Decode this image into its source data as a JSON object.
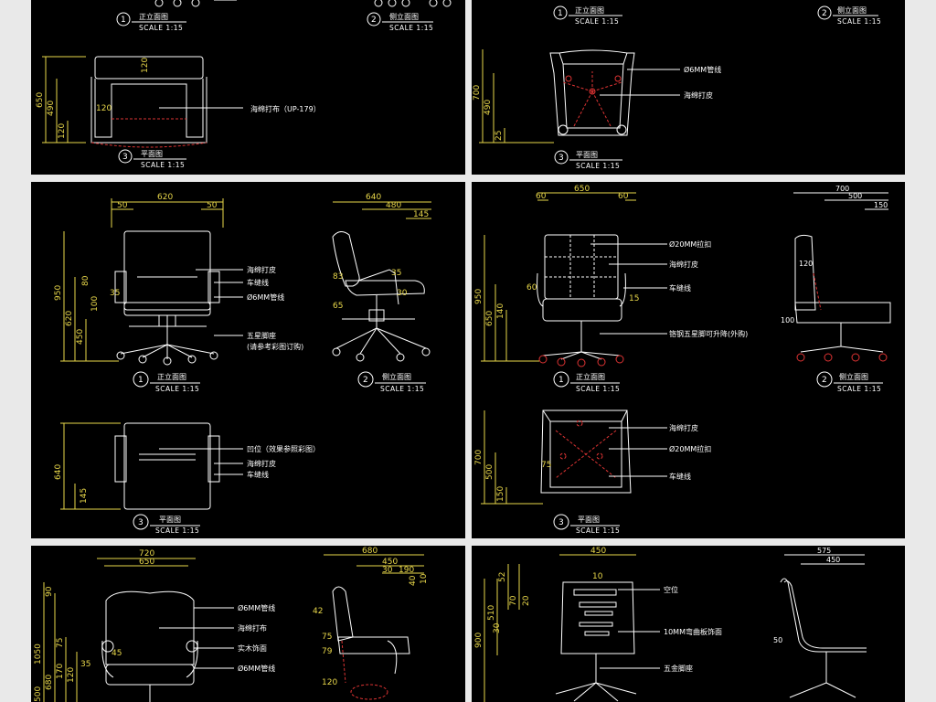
{
  "panels": {
    "p1": {
      "views": [
        {
          "number": "1",
          "title": "正立面图",
          "scale": "SCALE 1:15"
        },
        {
          "number": "2",
          "title": "侧立面图",
          "scale": "SCALE 1:15"
        },
        {
          "number": "3",
          "title": "平面图",
          "scale": "SCALE 1:15"
        }
      ],
      "dims": [
        "650",
        "490",
        "120",
        "120",
        "120"
      ],
      "callouts": [
        "海绵打布（UP-179）"
      ]
    },
    "p2": {
      "views": [
        {
          "number": "1",
          "title": "正立面图",
          "scale": "SCALE 1:15"
        },
        {
          "number": "2",
          "title": "侧立面图",
          "scale": "SCALE 1:15"
        },
        {
          "number": "3",
          "title": "平面图",
          "scale": "SCALE 1:15"
        }
      ],
      "dims": [
        "700",
        "490",
        "25"
      ],
      "callouts": [
        "Ø6MM管线",
        "海绵打皮"
      ]
    },
    "p3": {
      "views": [
        {
          "number": "1",
          "title": "正立面图",
          "scale": "SCALE 1:15"
        },
        {
          "number": "2",
          "title": "侧立面图",
          "scale": "SCALE 1:15"
        },
        {
          "number": "3",
          "title": "平面图",
          "scale": "SCALE 1:15"
        }
      ],
      "dims": [
        "620",
        "50",
        "50",
        "950",
        "620",
        "450",
        "80",
        "35",
        "100",
        "640",
        "480",
        "145",
        "83",
        "35",
        "30",
        "65",
        "640",
        "145"
      ],
      "callouts": [
        "海绵打皮",
        "车缝线",
        "Ø6MM管线",
        "五星脚座",
        "(请参考彩图订购)",
        "凹位（效果参照彩图）",
        "海绵打皮",
        "车缝线"
      ]
    },
    "p4": {
      "views": [
        {
          "number": "1",
          "title": "正立面图",
          "scale": "SCALE 1:15"
        },
        {
          "number": "2",
          "title": "侧立面图",
          "scale": "SCALE 1:15"
        },
        {
          "number": "3",
          "title": "平面图",
          "scale": "SCALE 1:15"
        }
      ],
      "dims": [
        "650",
        "60",
        "60",
        "950",
        "650",
        "140",
        "60",
        "15",
        "700",
        "500",
        "150",
        "120",
        "100",
        "700",
        "500",
        "150",
        "75"
      ],
      "callouts": [
        "Ø20MM拉扣",
        "海绵打皮",
        "车缝线",
        "铬钢五星脚可升降(外购)",
        "海绵打皮",
        "Ø20MM拉扣",
        "车缝线"
      ]
    },
    "p5": {
      "dims": [
        "720",
        "650",
        "1050",
        "90",
        "680",
        "500",
        "75",
        "170",
        "120",
        "35",
        "45",
        "680",
        "450",
        "30",
        "190",
        "40",
        "10",
        "42",
        "75",
        "79",
        "120"
      ],
      "callouts": [
        "Ø6MM管线",
        "海绵打布",
        "实木饰面",
        "Ø6MM管线"
      ]
    },
    "p6": {
      "dims": [
        "450",
        "900",
        "510",
        "52",
        "70",
        "20",
        "30",
        "10",
        "575",
        "450",
        "50"
      ],
      "callouts": [
        "空位",
        "10MM弯曲板饰面",
        "五金脚座"
      ]
    }
  }
}
